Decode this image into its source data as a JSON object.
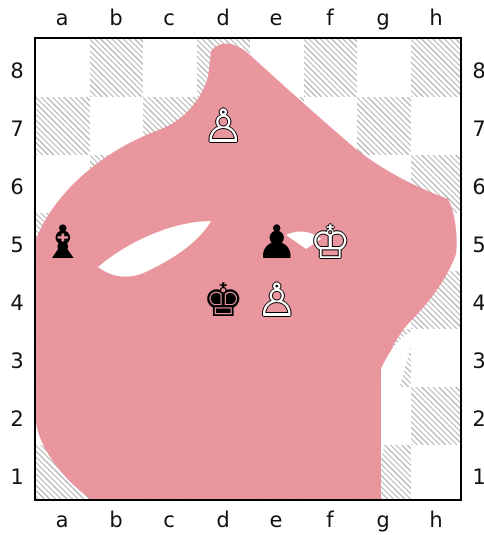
{
  "files": [
    "a",
    "b",
    "c",
    "d",
    "e",
    "f",
    "g",
    "h"
  ],
  "ranks": [
    "8",
    "7",
    "6",
    "5",
    "4",
    "3",
    "2",
    "1"
  ],
  "colors": {
    "dark_hatch": "#b8b8b8",
    "watermark": "#e8909a",
    "border": "#000000"
  },
  "pieces": [
    {
      "square": "d7",
      "piece": "pawn",
      "color": "white",
      "glyph": "♙",
      "icon": "white-pawn-icon"
    },
    {
      "square": "a5",
      "piece": "bishop",
      "color": "black",
      "glyph": "♝",
      "icon": "black-bishop-icon"
    },
    {
      "square": "e5",
      "piece": "pawn",
      "color": "black",
      "glyph": "♟",
      "icon": "black-pawn-icon"
    },
    {
      "square": "f5",
      "piece": "king",
      "color": "white",
      "glyph": "♔",
      "icon": "white-king-icon"
    },
    {
      "square": "d4",
      "piece": "king",
      "color": "black",
      "glyph": "♚",
      "icon": "black-king-icon"
    },
    {
      "square": "e4",
      "piece": "pawn",
      "color": "white",
      "glyph": "♙",
      "icon": "white-pawn-icon"
    }
  ]
}
